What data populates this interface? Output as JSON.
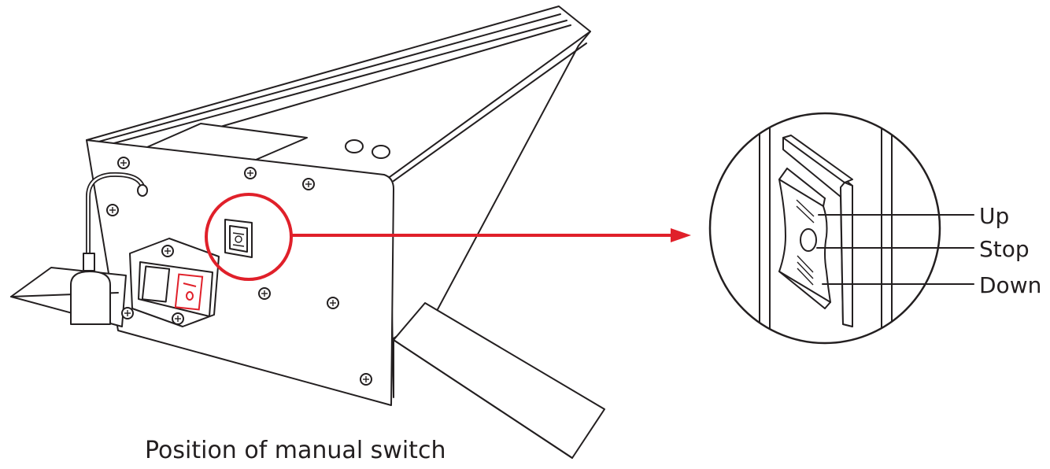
{
  "caption": "Position of manual switch",
  "labels": {
    "up": "Up",
    "stop": "Stop",
    "down": "Down"
  },
  "colors": {
    "highlight": "#e0202a",
    "line": "#231f20"
  },
  "icons": {
    "switch": "rocker-switch-icon",
    "power_socket": "iec-power-socket-icon",
    "screw": "screw-icon"
  }
}
